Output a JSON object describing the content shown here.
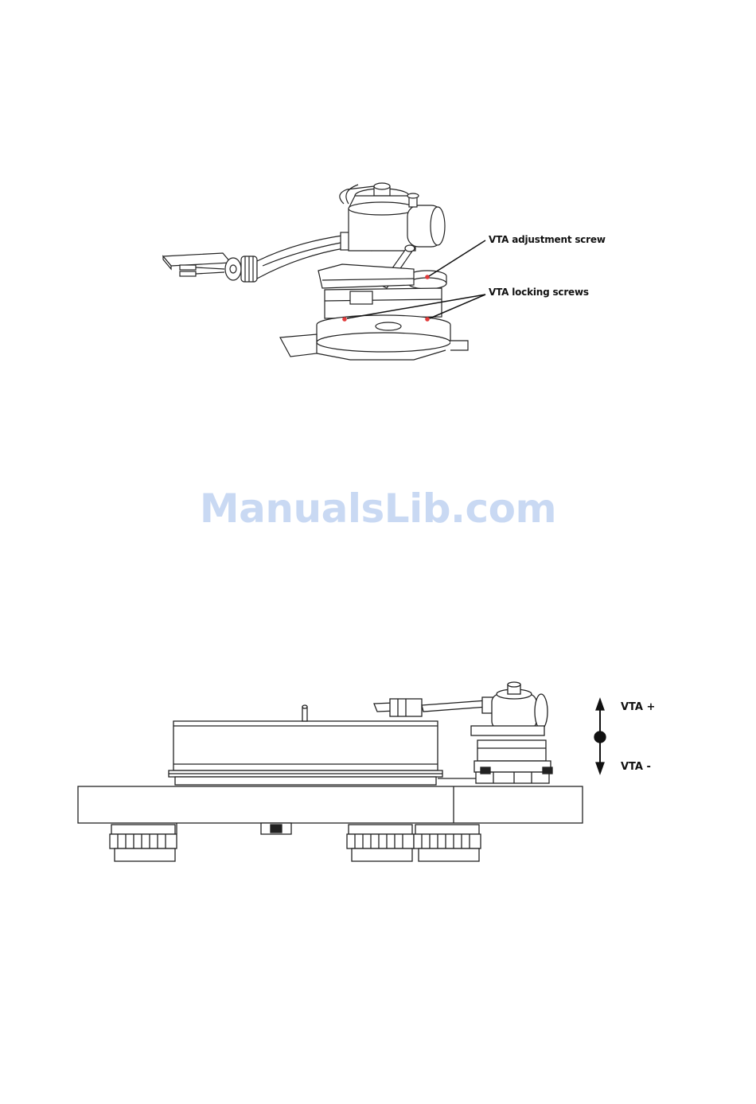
{
  "figure1": {
    "labels": {
      "vta_adjustment_screw": "VTA adjustment screw",
      "vta_locking_screws": "VTA locking screws"
    },
    "marker_color": "#e23b3b"
  },
  "watermark": {
    "text": "ManualsLib.com",
    "color": "#c9d9f3"
  },
  "figure2": {
    "labels": {
      "vta_plus": "VTA +",
      "vta_minus": "VTA -"
    }
  }
}
